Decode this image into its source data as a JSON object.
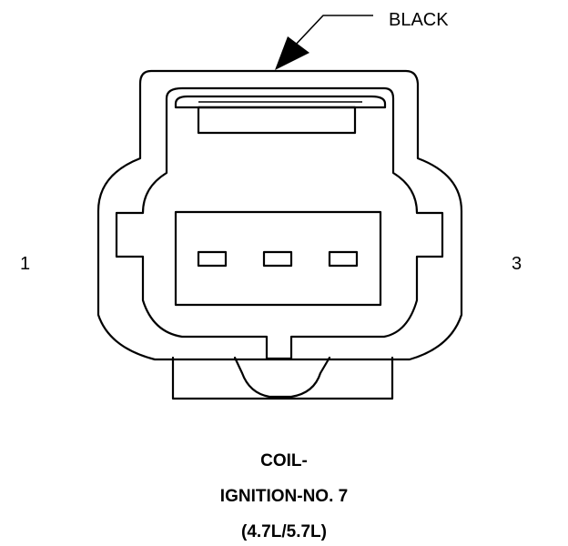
{
  "connector": {
    "color_label": "BLACK",
    "pin_labels": [
      "1",
      "3"
    ],
    "pin_count": 3,
    "title_lines": [
      "COIL-",
      "IGNITION-NO. 7",
      "(4.7L/5.7L)"
    ]
  }
}
